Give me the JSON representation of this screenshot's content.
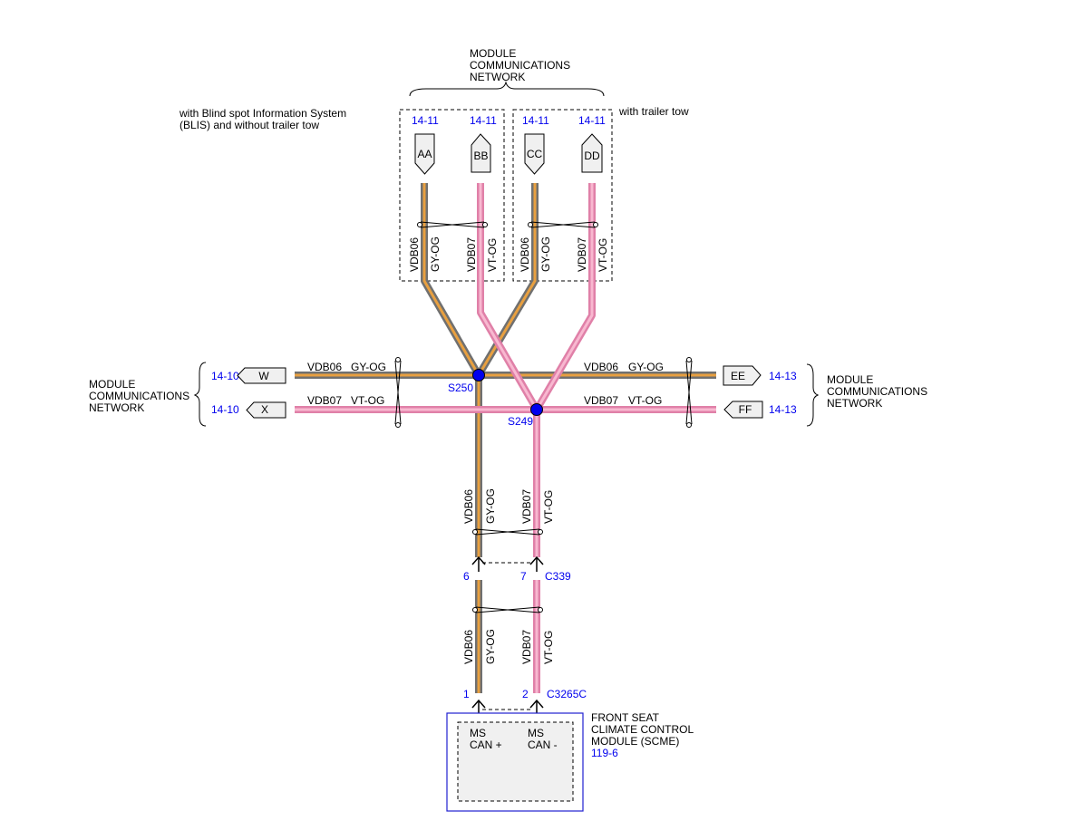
{
  "top_network": {
    "line1": "MODULE",
    "line2": "COMMUNICATIONS",
    "line3": "NETWORK"
  },
  "left_network": {
    "line1": "MODULE",
    "line2": "COMMUNICATIONS",
    "line3": "NETWORK"
  },
  "right_network": {
    "line1": "MODULE",
    "line2": "COMMUNICATIONS",
    "line3": "NETWORK"
  },
  "option_blis": {
    "line1": "with Blind spot Information System",
    "line2": "(BLIS) and without trailer tow"
  },
  "option_trailer": {
    "line1": "with trailer tow"
  },
  "connectors": {
    "aa": {
      "label": "AA",
      "ref": "14-11"
    },
    "bb": {
      "label": "BB",
      "ref": "14-11"
    },
    "cc": {
      "label": "CC",
      "ref": "14-11"
    },
    "dd": {
      "label": "DD",
      "ref": "14-11"
    },
    "w": {
      "label": "W",
      "ref": "14-10"
    },
    "x": {
      "label": "X",
      "ref": "14-10"
    },
    "ee": {
      "label": "EE",
      "ref": "14-13"
    },
    "ff": {
      "label": "FF",
      "ref": "14-13"
    }
  },
  "circuits": {
    "vdb06": "VDB06",
    "vdb07": "VDB07",
    "gy_og": "GY-OG",
    "vt_og": "VT-OG"
  },
  "splices": {
    "s250": "S250",
    "s249": "S249"
  },
  "c339": {
    "name": "C339",
    "pin_a": "6",
    "pin_b": "7"
  },
  "c3265c": {
    "name": "C3265C",
    "pin_a": "1",
    "pin_b": "2"
  },
  "module": {
    "line1": "FRONT SEAT",
    "line2": "CLIMATE CONTROL",
    "line3": "MODULE (SCME)",
    "ref": "119-6",
    "pin1_l1": "MS",
    "pin1_l2": "CAN +",
    "pin2_l1": "MS",
    "pin2_l2": "CAN -"
  },
  "colors": {
    "gy_og_outer": "#707070",
    "gy_og_inner": "#e8a040",
    "vt_og_outer": "#e080a8",
    "vt_og_inner": "#f8b8d0",
    "splice_dot": "#0000ee",
    "link_text": "#0000ee",
    "module_border": "#2020d0"
  }
}
